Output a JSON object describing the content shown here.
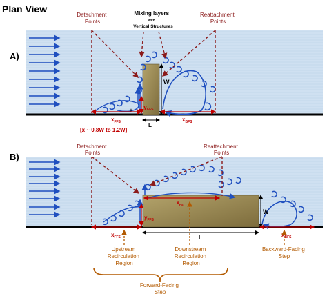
{
  "title": "Plan View",
  "panel_a": {
    "label": "A)",
    "detachment": [
      "Detachment",
      "Points"
    ],
    "mixing": [
      "Mixing layers",
      "with",
      "Vertical Structures"
    ],
    "reattachment": [
      "Reattachment",
      "Points"
    ],
    "w": "W",
    "y_ffs": "y",
    "y_ffs_sub": "FFS",
    "gamma": "γ",
    "l": "L",
    "x_ffs": "x",
    "x_ffs_sub": "FFS",
    "x_bfs": "x",
    "x_bfs_sub": "BFS",
    "range_note": "[x ~ 0.8W to 1.2W]"
  },
  "panel_b": {
    "label": "B)",
    "detachment": [
      "Detachment",
      "Points"
    ],
    "reattachment": [
      "Reattachment",
      "Points"
    ],
    "w": "W",
    "x_fs": "x",
    "x_fs_sub": "FS",
    "y_ffs": "y",
    "y_ffs_sub": "FFS",
    "l": "L",
    "x_ffs": "x",
    "x_ffs_sub": "FFS",
    "x_bfs": "x",
    "x_bfs_sub": "BFS",
    "upstream": [
      "Upstream",
      "Recirculation",
      "Region"
    ],
    "downstream": [
      "Downstream",
      "Recirculation",
      "Region"
    ],
    "backward": [
      "Backward-Facing",
      "Step"
    ],
    "forward": [
      "Forward-Facing",
      "Step"
    ]
  },
  "colors": {
    "flow_bg": "#cfe0f1",
    "arrow_blue": "#1f4fbf",
    "block": "#a08f58",
    "red": "#c00000",
    "dark_red": "#8b1a1a",
    "orange": "#b35a00"
  }
}
